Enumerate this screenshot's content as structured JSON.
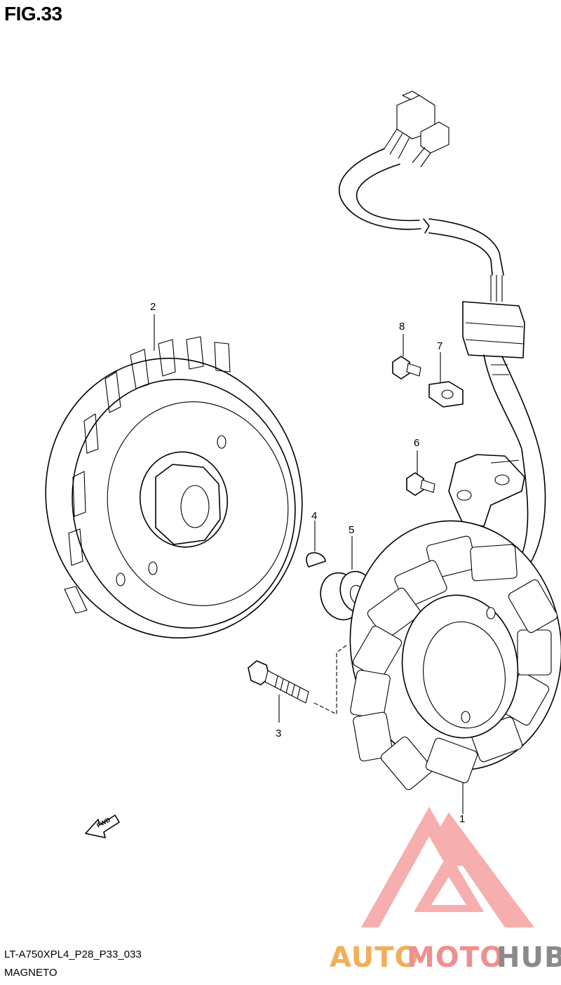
{
  "figure": {
    "title": "FIG.33"
  },
  "footer": {
    "code": "LT-A750XPL4_P28_P33_033",
    "caption": "MAGNETO"
  },
  "parts": [
    {
      "id": "1",
      "name": "stator"
    },
    {
      "id": "2",
      "name": "rotor"
    },
    {
      "id": "3",
      "name": "bolt"
    },
    {
      "id": "4",
      "name": "key"
    },
    {
      "id": "5",
      "name": "collar"
    },
    {
      "id": "6",
      "name": "screw"
    },
    {
      "id": "7",
      "name": "clamp"
    },
    {
      "id": "8",
      "name": "screw"
    }
  ],
  "labels": {
    "p1": "1",
    "p2": "2",
    "p3": "3",
    "p4": "4",
    "p5": "5",
    "p6": "6",
    "p7": "7",
    "p8": "8"
  },
  "direction_arrow": {
    "text": "FWD"
  },
  "watermark": {
    "parts": [
      "AUTO",
      "MOTO",
      "HUB"
    ],
    "colors": {
      "auto": "#f2ae5a",
      "moto": "#ef8f8f",
      "hub": "#8a8a8a",
      "logo": "#f5a0a0"
    }
  }
}
